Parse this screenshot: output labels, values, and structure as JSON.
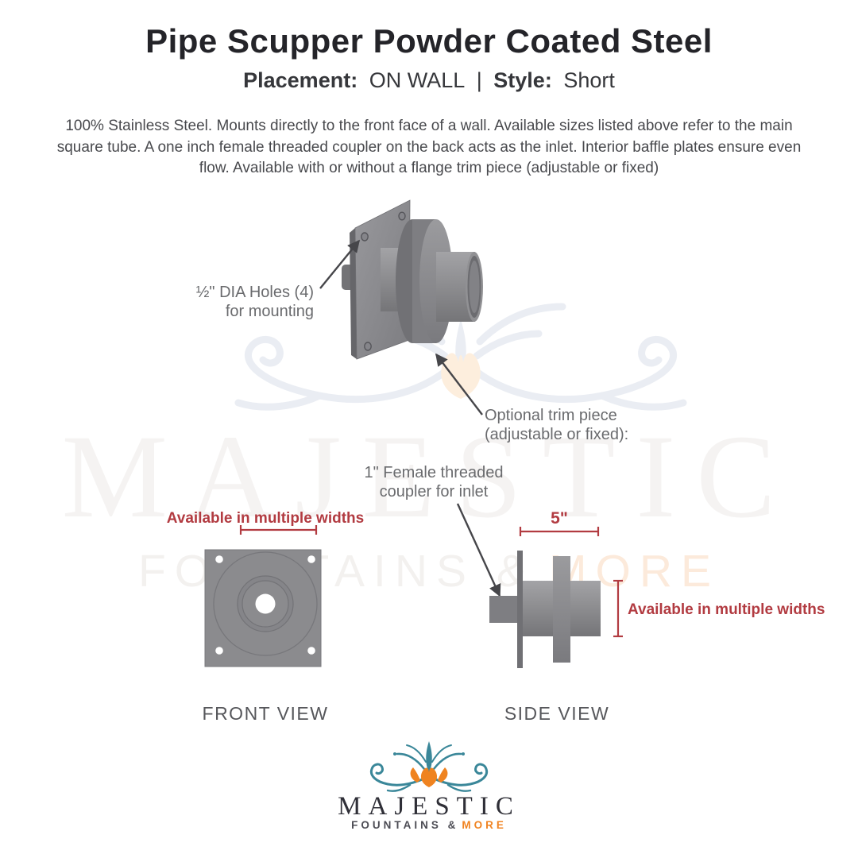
{
  "header": {
    "title": "Pipe Scupper Powder Coated Steel",
    "placement_label": "Placement:",
    "placement_value": "ON WALL",
    "separator": "|",
    "style_label": "Style:",
    "style_value": "Short"
  },
  "description": "100% Stainless Steel. Mounts directly to the front face of a wall. Available sizes listed above refer to the main square tube. A one inch female threaded coupler on the back acts as the inlet. Interior baffle plates ensure even flow. Available with or without a flange trim piece (adjustable or fixed)",
  "diagram": {
    "labels": {
      "holes_line1": "½\" DIA Holes (4)",
      "holes_line2": "for mounting",
      "trim_line1": "Optional trim piece",
      "trim_line2": "(adjustable or fixed):",
      "coupler_line1": "1\" Female threaded",
      "coupler_line2": "coupler for inlet"
    },
    "front_view": {
      "caption": "FRONT VIEW",
      "width_note": "Available in multiple widths"
    },
    "side_view": {
      "caption": "SIDE VIEW",
      "width_dim": "5\"",
      "height_note": "Available in multiple widths"
    },
    "colors": {
      "annotation_red": "#b23b41",
      "steel_gray": "#86868a",
      "label_gray": "#6a6b6e"
    }
  },
  "watermark": {
    "word": "MAJESTIC",
    "tagline_main": "FOUNTAINS &",
    "tagline_accent": "MORE"
  },
  "logo": {
    "word": "MAJESTIC",
    "tagline_main": "FOUNTAINS &",
    "tagline_accent": "MORE",
    "teal": "#3a8799",
    "orange": "#ef8320"
  }
}
